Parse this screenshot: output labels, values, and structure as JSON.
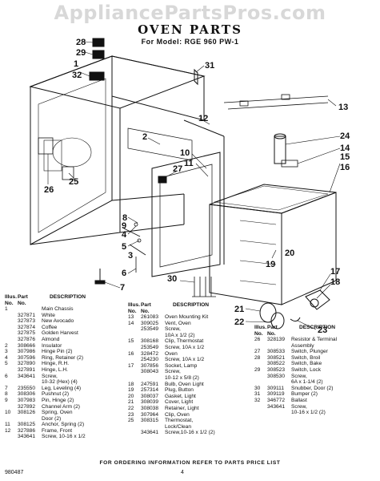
{
  "watermark": "AppliancePartsPros.com",
  "title": "OVEN PARTS",
  "subtitle": "For Model: RGE 960 PW-1",
  "callouts": [
    "28",
    "29",
    "1",
    "32",
    "31",
    "2",
    "12",
    "13",
    "24",
    "14",
    "15",
    "16",
    "4",
    "5",
    "6",
    "7",
    "8",
    "9",
    "10",
    "11",
    "3",
    "25",
    "26",
    "27",
    "30",
    "17",
    "18",
    "19",
    "20",
    "21",
    "22",
    "23"
  ],
  "table_headers": {
    "no": "Illus. No.",
    "part": "Part No.",
    "desc": "DESCRIPTION"
  },
  "table1": [
    {
      "no": "1",
      "part": "",
      "desc": "Main Chassis"
    },
    {
      "no": "",
      "part": "327871",
      "desc": "White"
    },
    {
      "no": "",
      "part": "327873",
      "desc": "New Avocado"
    },
    {
      "no": "",
      "part": "327874",
      "desc": "Coffee"
    },
    {
      "no": "",
      "part": "327875",
      "desc": "Golden Harvest"
    },
    {
      "no": "",
      "part": "327876",
      "desc": "Almond"
    },
    {
      "no": "2",
      "part": "308666",
      "desc": "Insulator"
    },
    {
      "no": "3",
      "part": "307986",
      "desc": "Hinge Pin (2)"
    },
    {
      "no": "4",
      "part": "307596",
      "desc": "Ring, Retainer (2)"
    },
    {
      "no": "5",
      "part": "327890",
      "desc": "Hinge, R.H."
    },
    {
      "no": "",
      "part": "327891",
      "desc": "Hinge, L.H."
    },
    {
      "no": "6",
      "part": "343641",
      "desc": "Screw,"
    },
    {
      "no": "",
      "part": "",
      "desc": "10-32 (Hex) (4)"
    },
    {
      "no": "7",
      "part": "235550",
      "desc": "Leg, Leveling (4)"
    },
    {
      "no": "8",
      "part": "308306",
      "desc": "Pushnut (2)"
    },
    {
      "no": "9",
      "part": "307983",
      "desc": "Pin, Hinge (2)"
    },
    {
      "no": "",
      "part": "327892",
      "desc": "Channel Arm (2)"
    },
    {
      "no": "10",
      "part": "308126",
      "desc": "Spring, Oven"
    },
    {
      "no": "",
      "part": "",
      "desc": "Door (2)"
    },
    {
      "no": "11",
      "part": "308125",
      "desc": "Anchor, Spring (2)"
    },
    {
      "no": "12",
      "part": "327886",
      "desc": "Frame, Front"
    },
    {
      "no": "",
      "part": "343641",
      "desc": "Screw, 10-16 x 1/2"
    }
  ],
  "table2": [
    {
      "no": "13",
      "part": "261083",
      "desc": "Oven Mounting Kit"
    },
    {
      "no": "14",
      "part": "309025",
      "desc": "Vent, Oven"
    },
    {
      "no": "",
      "part": "253549",
      "desc": "Screw,"
    },
    {
      "no": "",
      "part": "",
      "desc": "10A x 1/2 (2)"
    },
    {
      "no": "15",
      "part": "308168",
      "desc": "Clip, Thermostat"
    },
    {
      "no": "",
      "part": "253549",
      "desc": "Screw, 10A x 1/2"
    },
    {
      "no": "16",
      "part": "328472",
      "desc": "Oven"
    },
    {
      "no": "",
      "part": "254230",
      "desc": "Screw, 10A x 1/2"
    },
    {
      "no": "17",
      "part": "307856",
      "desc": "Socket, Lamp"
    },
    {
      "no": "",
      "part": "308043",
      "desc": "Screw,"
    },
    {
      "no": "",
      "part": "",
      "desc": "10-12 x 5/8 (2)"
    },
    {
      "no": "18",
      "part": "247591",
      "desc": "Bulb, Oven Light"
    },
    {
      "no": "19",
      "part": "257314",
      "desc": "Plug, Button"
    },
    {
      "no": "20",
      "part": "308037",
      "desc": "Gasket, Light"
    },
    {
      "no": "21",
      "part": "308039",
      "desc": "Cover, Light"
    },
    {
      "no": "22",
      "part": "308038",
      "desc": "Retainer, Light"
    },
    {
      "no": "23",
      "part": "307964",
      "desc": "Clip, Oven"
    },
    {
      "no": "25",
      "part": "308315",
      "desc": "Thermostat,"
    },
    {
      "no": "",
      "part": "",
      "desc": "Lock/Clean"
    },
    {
      "no": "",
      "part": "343641",
      "desc": "Screw,10-16 x 1/2 (2)"
    }
  ],
  "table3": [
    {
      "no": "26",
      "part": "328139",
      "desc": "Resistor & Terminal"
    },
    {
      "no": "",
      "part": "",
      "desc": "Assembly"
    },
    {
      "no": "27",
      "part": "308533",
      "desc": "Switch, Plunger"
    },
    {
      "no": "28",
      "part": "308521",
      "desc": "Switch, Broil"
    },
    {
      "no": "",
      "part": "308522",
      "desc": "Switch, Bake"
    },
    {
      "no": "29",
      "part": "308523",
      "desc": "Switch, Lock"
    },
    {
      "no": "",
      "part": "308530",
      "desc": "Screw,"
    },
    {
      "no": "",
      "part": "",
      "desc": "6A x 1-1/4 (2)"
    },
    {
      "no": "30",
      "part": "309111",
      "desc": "Snubber, Door (2)"
    },
    {
      "no": "31",
      "part": "309119",
      "desc": "Bumper (2)"
    },
    {
      "no": "32",
      "part": "346772",
      "desc": "Ballast"
    },
    {
      "no": "",
      "part": "343641",
      "desc": "Screw,"
    },
    {
      "no": "",
      "part": "",
      "desc": "10-16 x 1/2 (2)"
    }
  ],
  "footer": "FOR ORDERING INFORMATION REFER TO PARTS PRICE LIST",
  "page_number": "4",
  "doc_code": "980487"
}
